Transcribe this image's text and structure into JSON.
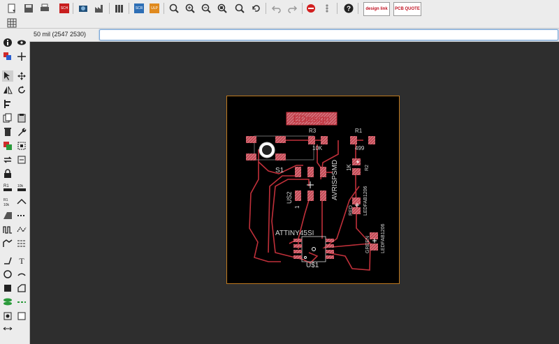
{
  "toolbar": {
    "items": [
      "open-icon",
      "save-icon",
      "print-icon",
      "sch-icon",
      "cam-icon",
      "factory-icon",
      "library-icon",
      "scr-icon",
      "ulp-icon",
      "zoom-fit-icon",
      "zoom-in-icon",
      "zoom-out-icon",
      "zoom-select-icon",
      "zoom-area-icon",
      "redraw-icon",
      "undo-icon",
      "redo-icon",
      "stop-icon",
      "go-icon",
      "help-icon"
    ],
    "sch_label": "SCH",
    "scr_label": "SCR",
    "ulp_label": "ULP",
    "designlink_label": "design link",
    "pcbquote_label": "PCB QUOTE",
    "help_label": "?"
  },
  "command": {
    "coordinates": "50 mil (2547 2530)",
    "input_value": ""
  },
  "colors": {
    "board": "#000000",
    "outline": "#c07a1e",
    "copper": "#c0303a",
    "pad": "#c86068",
    "text": "#d8d8d8"
  },
  "pcb": {
    "logo_text": "EDesign",
    "labels": {
      "r3": "R3",
      "r3_value": "10K",
      "r1": "R1",
      "r1_value": "499",
      "r2": "R2",
      "r2_value": "1K",
      "s1": "S1",
      "us2": "US2",
      "avrispsmd": "AVRISPSMD",
      "red": "RED",
      "ledfab1": "LEDFAB1206",
      "green": "GREEN",
      "ledfab2": "LEDFAB1206",
      "attiny": "ATTINY45SI",
      "us1": "U$1",
      "pin1": "1"
    }
  }
}
